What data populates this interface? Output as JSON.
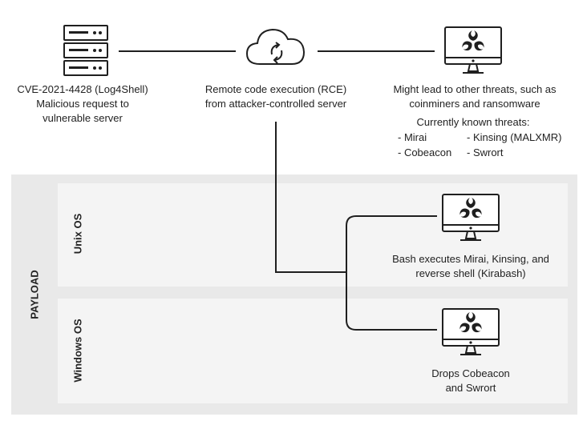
{
  "server_node": {
    "icon": "server-stack-icon",
    "lines": [
      "CVE-2021-4428 (Log4Shell)",
      "Malicious request to",
      "vulnerable server"
    ]
  },
  "cloud_node": {
    "icon": "cloud-exchange-icon",
    "lines": [
      "Remote code execution (RCE)",
      "from attacker-controlled server"
    ]
  },
  "threat_node": {
    "icon": "biohazard-monitor-icon",
    "lines": [
      "Might lead to other threats, such as",
      "coinminers and ransomware"
    ],
    "known_heading": "Currently known threats:",
    "known_left": [
      "- Mirai",
      "- Cobeacon"
    ],
    "known_right": [
      "- Kinsing (MALXMR)",
      "- Swrort"
    ]
  },
  "payload": {
    "label": "PAYLOAD",
    "unix": {
      "os_label": "Unix OS",
      "lines": [
        "Bash executes Mirai, Kinsing, and",
        "reverse shell (Kirabash)"
      ]
    },
    "windows": {
      "os_label": "Windows OS",
      "lines": [
        "Drops Cobeacon",
        "and Swrort"
      ]
    }
  },
  "colors": {
    "line": "#1f1f1f",
    "panel_outer": "#e9e9e9",
    "panel_inner": "#f4f4f4"
  }
}
